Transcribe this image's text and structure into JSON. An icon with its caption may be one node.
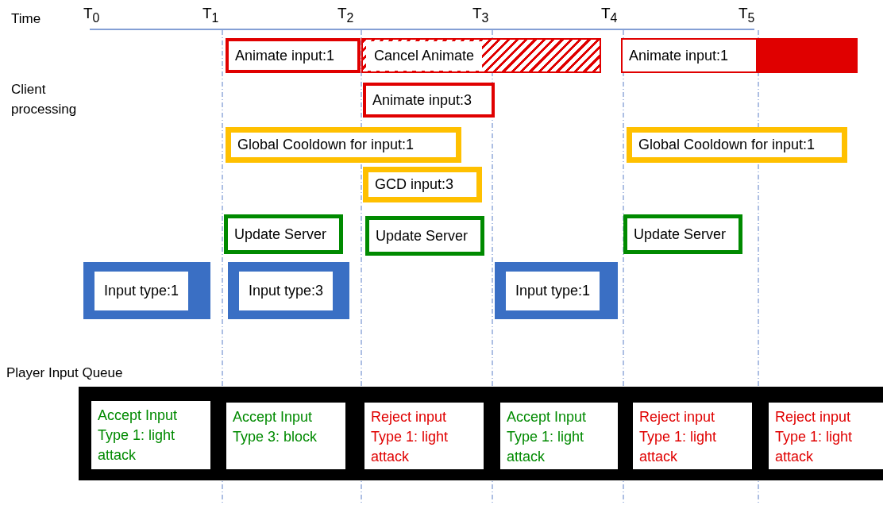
{
  "diagram": {
    "nodes": [
      {
        "text": [
          "Animate input:1"
        ]
      },
      {
        "text": [
          "Cancel Animate"
        ]
      },
      {
        "text": [
          "Animate input:1"
        ]
      },
      {
        "text": [
          "Animate input:3"
        ]
      },
      {
        "text": [
          "Global Cooldown for input:1"
        ]
      },
      {
        "text": [
          "Global Cooldown for input:1"
        ]
      },
      {
        "text": [
          "GCD input:3"
        ]
      },
      {
        "text": [
          "Update Server"
        ]
      },
      {
        "text": [
          "Update Server"
        ]
      },
      {
        "text": [
          "Update Server"
        ]
      },
      {
        "text": [
          "Input type:1"
        ]
      },
      {
        "text": [
          "Input type:3"
        ]
      },
      {
        "text": [
          "Input type:1"
        ]
      },
      {
        "text": [],
        "shape": "bar"
      },
      {
        "text": [
          "Accept Input Type 1: light attack"
        ],
        "in": 13
      },
      {
        "text": [
          "Accept Input Type 3: block"
        ],
        "in": 13
      },
      {
        "text": [
          "Reject input Type 1: light attack"
        ],
        "in": 13
      },
      {
        "text": [
          "Accept Input Type 1: light attack"
        ],
        "in": 13
      },
      {
        "text": [
          "Reject input Type 1: light attack"
        ],
        "in": 13
      },
      {
        "text": [
          "Reject input Type 1: light attack"
        ],
        "in": 13
      }
    ],
    "edges": [],
    "labels": [
      "Time",
      "T$_{0}$",
      "T$_{1}$",
      "T$_{2}$",
      "T$_{3}$",
      "T$_{4}$",
      "T$_{5}$",
      "Client processing",
      "Player Input Queue"
    ]
  }
}
